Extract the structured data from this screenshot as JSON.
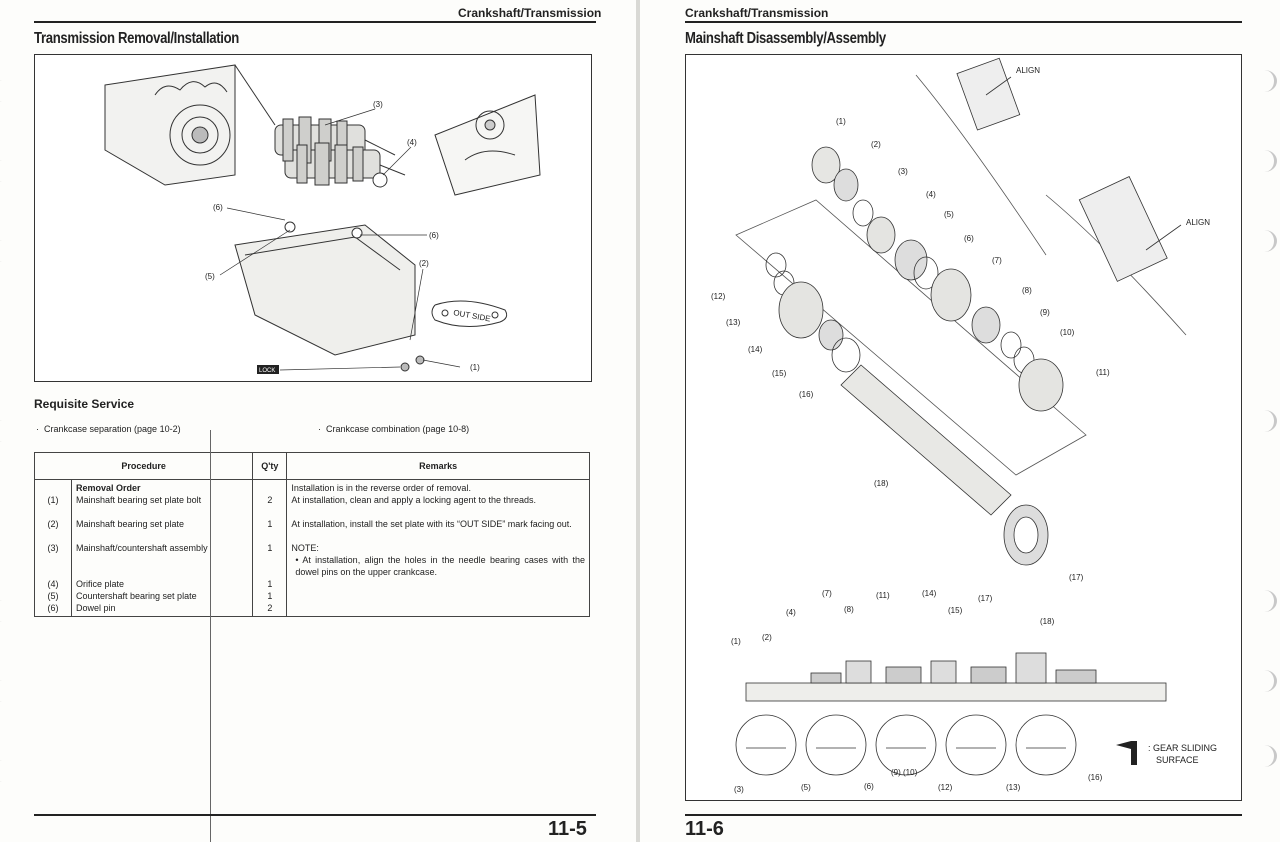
{
  "left": {
    "header": "Crankshaft/Transmission",
    "title": "Transmission Removal/Installation",
    "figure_callouts": [
      "(1)",
      "(2)",
      "(3)",
      "(4)",
      "(5)",
      "(6)",
      "(6)"
    ],
    "stamp_text": "OUT SIDE",
    "lock_label": "LOCK",
    "requisite_title": "Requisite Service",
    "services": [
      "Crankcase separation (page 10-2)",
      "Crankcase combination (page 10-8)"
    ],
    "table": {
      "headers": [
        "Procedure",
        "Q'ty",
        "Remarks"
      ],
      "group_title": "Removal Order",
      "install_note": "Installation is in the reverse order of removal.",
      "rows": [
        {
          "num": "(1)",
          "name": "Mainshaft bearing set plate bolt",
          "qty": "2",
          "remarks": "At installation, clean and apply a locking agent to the threads."
        },
        {
          "num": "(2)",
          "name": "Mainshaft bearing set plate",
          "qty": "1",
          "remarks": "At installation, install the set plate with its “OUT SIDE” mark facing out."
        },
        {
          "num": "(3)",
          "name": "Mainshaft/countershaft assembly",
          "qty": "1",
          "remarks": "NOTE:"
        },
        {
          "num": "(4)",
          "name": "Orifice plate",
          "qty": "1",
          "remarks": ""
        },
        {
          "num": "(5)",
          "name": "Countershaft bearing set plate",
          "qty": "1",
          "remarks": ""
        },
        {
          "num": "(6)",
          "name": "Dowel pin",
          "qty": "2",
          "remarks": ""
        }
      ],
      "note_bullet": "At installation, align the holes in the needle bearing cases with the dowel pins on the upper crankcase."
    },
    "page_number": "11-5"
  },
  "right": {
    "header": "Crankshaft/Transmission",
    "title": "Mainshaft Disassembly/Assembly",
    "align_label": "ALIGN",
    "legend_text_1": ": GEAR SLIDING",
    "legend_text_2": "SURFACE",
    "exploded_callouts": [
      "(1)",
      "(2)",
      "(3)",
      "(4)",
      "(5)",
      "(6)",
      "(7)",
      "(8)",
      "(9)",
      "(10)",
      "(11)",
      "(12)",
      "(13)",
      "(14)",
      "(15)",
      "(16)",
      "(17)",
      "(18)"
    ],
    "assembly_callouts_top": [
      "(1)",
      "(2)",
      "(4)",
      "(7)",
      "(8)",
      "(11)",
      "(14)",
      "(15)",
      "(17)",
      "(18)"
    ],
    "assembly_callouts_bottom": [
      "(3)",
      "(5)",
      "(6)",
      "(9) (10)",
      "(12)",
      "(13)",
      "(16)"
    ],
    "page_number": "11-6"
  }
}
